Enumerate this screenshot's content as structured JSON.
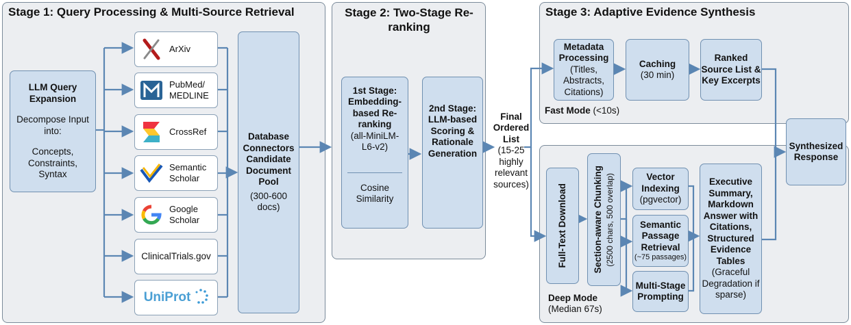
{
  "stage1": {
    "title": "Stage 1: Query Processing & Multi-Source Retrieval",
    "llm_box": {
      "title": "LLM Query Expansion",
      "desc": "Decompose Input into:",
      "items": "Concepts, Constraints, Syntax"
    },
    "sources": [
      {
        "label": "ArXiv",
        "icon": "arxiv-icon"
      },
      {
        "label": "PubMed/ MEDLINE",
        "icon": "pubmed-icon"
      },
      {
        "label": "CrossRef",
        "icon": "crossref-icon"
      },
      {
        "label": "Semantic Scholar",
        "icon": "semantic-scholar-icon"
      },
      {
        "label": "Google Scholar",
        "icon": "google-icon"
      },
      {
        "label": "ClinicalTrials.gov",
        "icon": ""
      },
      {
        "label": "UniProt",
        "icon": "uniprot-logo"
      }
    ],
    "pool": {
      "title": "Database Connectors Candidate Document Pool",
      "count": "(300-600 docs)"
    }
  },
  "stage2": {
    "title": "Stage 2: Two-Stage Re-ranking",
    "first": {
      "title": "1st Stage: Embedding-based Re-ranking",
      "model": "(all-MiniLM-L6-v2)",
      "metric": "Cosine Similarity"
    },
    "second": {
      "title": "2nd Stage: LLM-based Scoring & Rationale Generation"
    }
  },
  "final_list": {
    "title": "Final Ordered List",
    "desc": "(15-25 highly relevant sources)"
  },
  "stage3": {
    "title": "Stage 3: Adaptive Evidence Synthesis",
    "fast": {
      "metadata": {
        "title": "Metadata Processing",
        "desc": "(Titles, Abstracts, Citations)"
      },
      "caching": {
        "title": "Caching",
        "desc": "(30 min)"
      },
      "ranked": {
        "title": "Ranked Source List & Key Excerpts"
      },
      "mode_label": "Fast Mode",
      "mode_time": "(<10s)"
    },
    "deep": {
      "download": "Full-Text Download",
      "chunking": "Section-aware Chunking",
      "chunking_detail": "(2500 chars, 500 overlap)",
      "vector": {
        "title": "Vector Indexing",
        "desc": "(pgvector)"
      },
      "retrieval": {
        "title": "Semantic Passage Retrieval",
        "desc": "(~75 passages)"
      },
      "prompting": {
        "title": "Multi-Stage Prompting"
      },
      "summary": {
        "title": "Executive Summary, Markdown Answer with Citations, Structured Evidence Tables",
        "desc": "(Graceful Degradation if sparse)"
      },
      "mode_label": "Deep Mode",
      "mode_time": "(Median 67s)"
    }
  },
  "output": {
    "title": "Synthesized Response"
  },
  "colors": {
    "arrow": "#5b86b3",
    "box_fill": "#cfdeee",
    "box_border": "#6f8fb0",
    "panel": "#eceef1"
  }
}
